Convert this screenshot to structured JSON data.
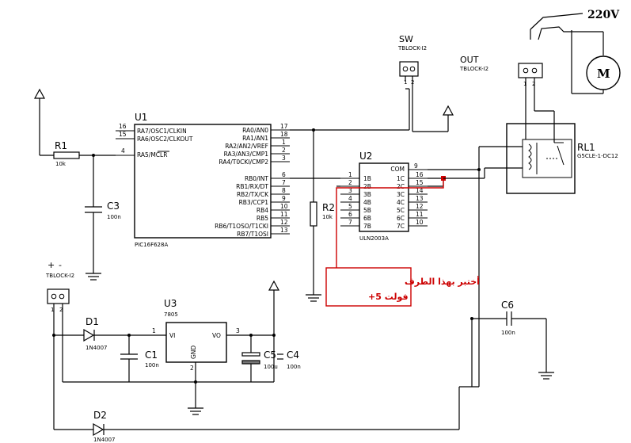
{
  "components": {
    "mains": {
      "label": "220V"
    },
    "motor": {
      "label": "M"
    },
    "sw": {
      "ref": "SW",
      "part": "TBLOCK-I2",
      "pin1": "1",
      "pin2": "2"
    },
    "out": {
      "ref": "OUT",
      "part": "TBLOCK-I2",
      "pin1": "1",
      "pin2": "2"
    },
    "power": {
      "ref": "TBLOCK-I2",
      "plus": "+",
      "minus": "-",
      "pin1": "1",
      "pin2": "2"
    },
    "r1": {
      "ref": "R1",
      "value": "10k"
    },
    "r2": {
      "ref": "R2",
      "value": "10k"
    },
    "c1": {
      "ref": "C1",
      "value": "100n"
    },
    "c3": {
      "ref": "C3",
      "value": "100n"
    },
    "c4": {
      "ref": "C4",
      "value": "100n"
    },
    "c5": {
      "ref": "C5",
      "value": "100u"
    },
    "c6": {
      "ref": "C6",
      "value": "100n"
    },
    "d1": {
      "ref": "D1",
      "part": "1N4007"
    },
    "d2": {
      "ref": "D2",
      "part": "1N4007"
    },
    "u1": {
      "ref": "U1",
      "part": "PIC16F628A",
      "left_pins": [
        {
          "num": "16",
          "name": "RA7/OSC1/CLKIN"
        },
        {
          "num": "15",
          "name": "RA6/OSC2/CLKOUT"
        },
        {
          "num": "4",
          "name": "RA5/MCLR"
        }
      ],
      "right_pins": [
        {
          "num": "17",
          "name": "RA0/AN0"
        },
        {
          "num": "18",
          "name": "RA1/AN1"
        },
        {
          "num": "1",
          "name": "RA2/AN2/VREF"
        },
        {
          "num": "2",
          "name": "RA3/AN3/CMP1"
        },
        {
          "num": "3",
          "name": "RA4/T0CKI/CMP2"
        },
        {
          "num": "6",
          "name": "RB0/INT"
        },
        {
          "num": "7",
          "name": "RB1/RX/DT"
        },
        {
          "num": "8",
          "name": "RB2/TX/CK"
        },
        {
          "num": "9",
          "name": "RB3/CCP1"
        },
        {
          "num": "10",
          "name": "RB4"
        },
        {
          "num": "11",
          "name": "RB5"
        },
        {
          "num": "12",
          "name": "RB6/T1OSO/T1CKI"
        },
        {
          "num": "13",
          "name": "RB7/T1OSI"
        }
      ]
    },
    "u2": {
      "ref": "U2",
      "part": "ULN2003A",
      "com": "COM",
      "com_pin": "9",
      "inputs": [
        {
          "num": "1",
          "name": "1B"
        },
        {
          "num": "2",
          "name": "2B"
        },
        {
          "num": "3",
          "name": "3B"
        },
        {
          "num": "4",
          "name": "4B"
        },
        {
          "num": "5",
          "name": "5B"
        },
        {
          "num": "6",
          "name": "6B"
        },
        {
          "num": "7",
          "name": "7B"
        }
      ],
      "outputs": [
        {
          "num": "16",
          "name": "1C"
        },
        {
          "num": "15",
          "name": "2C"
        },
        {
          "num": "14",
          "name": "3C"
        },
        {
          "num": "13",
          "name": "4C"
        },
        {
          "num": "12",
          "name": "5C"
        },
        {
          "num": "11",
          "name": "6C"
        },
        {
          "num": "10",
          "name": "7C"
        }
      ]
    },
    "u3": {
      "ref": "U3",
      "part": "7805",
      "vi": "VI",
      "vo": "VO",
      "gnd": "GND",
      "pin_in": "1",
      "pin_gnd": "2",
      "pin_out": "3"
    },
    "rl1": {
      "ref": "RL1",
      "part": "G5CLE-1-DC12"
    }
  },
  "annotation": {
    "line1": "أختبر بهذا الطرف",
    "line2": "فولت 5+"
  },
  "colors": {
    "annotation": "#cc0000",
    "line": "#000000"
  }
}
